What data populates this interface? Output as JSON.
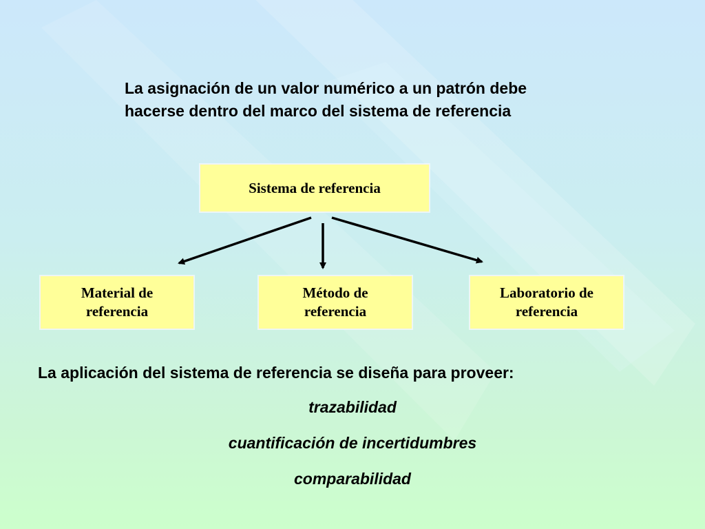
{
  "slide": {
    "background_top_color": "#cce8fb",
    "background_bottom_color": "#ccffcc",
    "intro": {
      "line1": "La asignación de un valor numérico a un patrón debe",
      "line2": "hacerse dentro del marco del sistema de referencia"
    },
    "diagram": {
      "box_color": "#ffff99",
      "root": {
        "label": "Sistema de referencia"
      },
      "children": [
        {
          "line1": "Material de",
          "line2": "referencia"
        },
        {
          "line1": "Método de",
          "line2": "referencia"
        },
        {
          "line1": "Laboratorio de",
          "line2": "referencia"
        }
      ]
    },
    "purpose": {
      "heading": "La aplicación del sistema de referencia se diseña para proveer:",
      "items": [
        "trazabilidad",
        "cuantificación de incertidumbres",
        "comparabilidad"
      ]
    }
  }
}
